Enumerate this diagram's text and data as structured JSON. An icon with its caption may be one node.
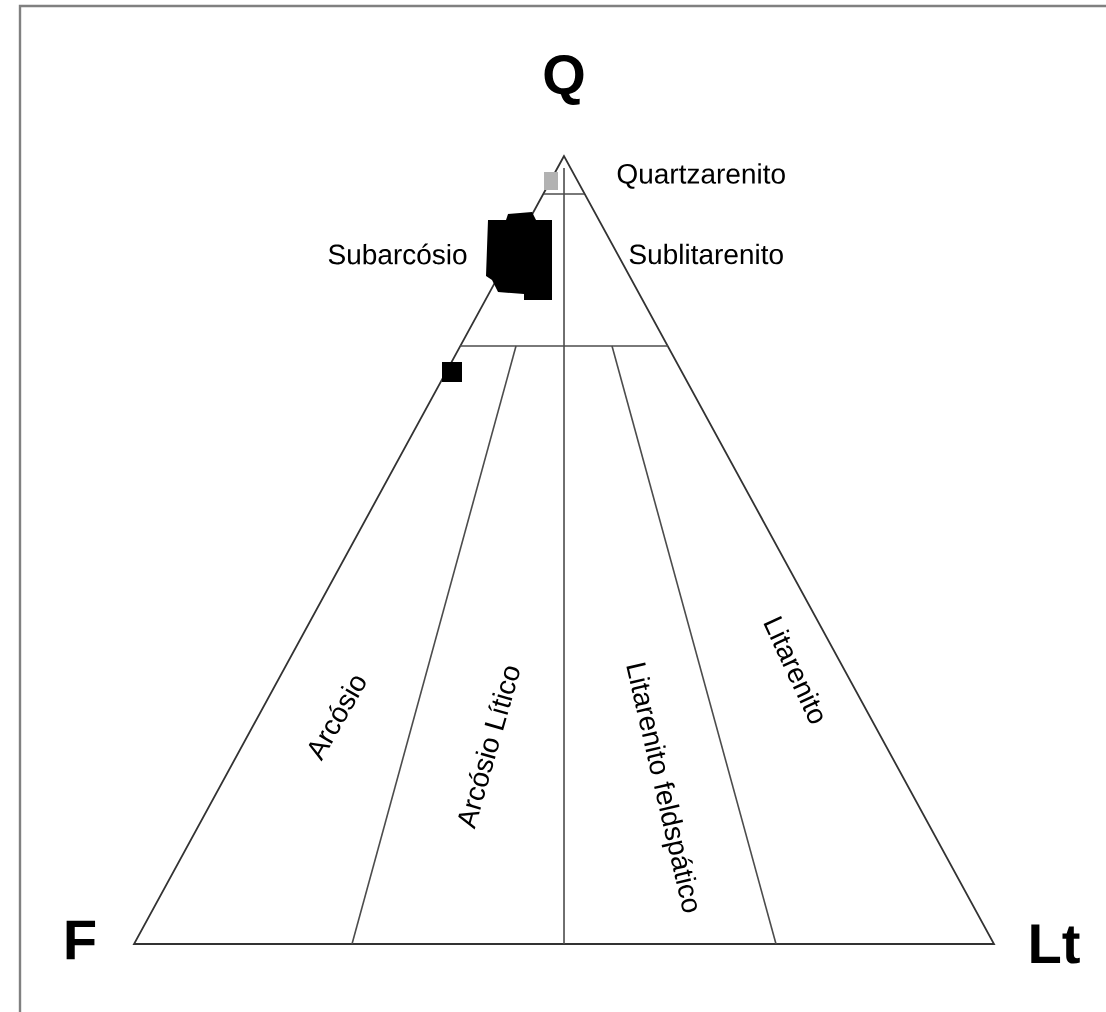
{
  "diagram": {
    "labels": [
      "Q",
      "Quartzarenito",
      "Subarcósio",
      "Sublitarenito",
      "Arcósio",
      "Arcósio Lítico",
      "Litarenito feldspático",
      "Litarenito",
      "F",
      "Lt"
    ]
  }
}
